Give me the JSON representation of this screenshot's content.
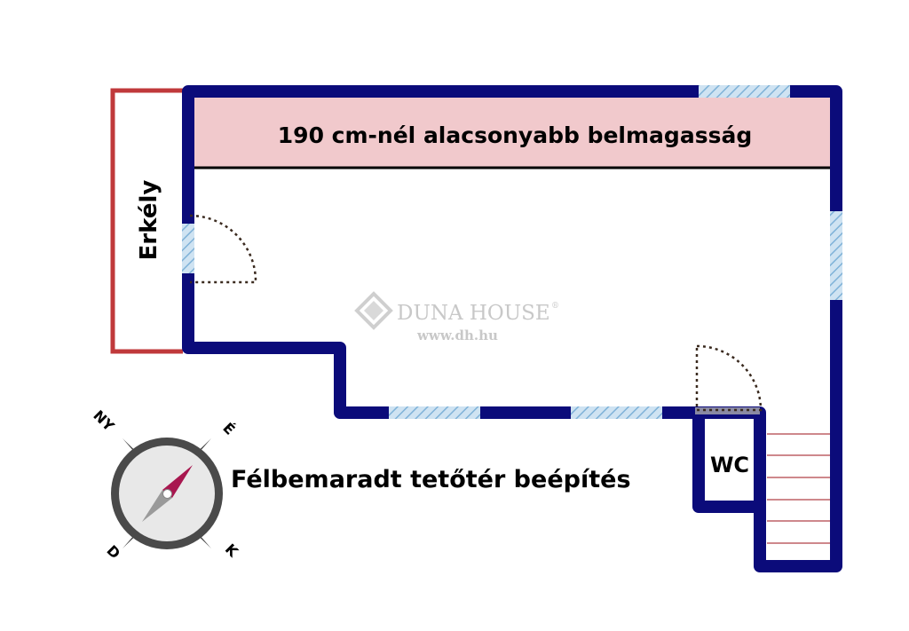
{
  "plan": {
    "balcony_label": "Erkély",
    "low_ceiling_label": "190 cm-nél alacsonyabb belmagasság",
    "wc_label": "WC",
    "caption": "Félbemaradt tetőtér beépítés",
    "watermark": {
      "brand": "DUNA HOUSE",
      "registered": "®",
      "url": "www.dh.hu"
    },
    "compass": {
      "north_west": "NY",
      "north_east": "É",
      "south_west": "D",
      "south_east": "K"
    }
  },
  "colors": {
    "wall": "#0b0b7a",
    "balcony": "#c0393b",
    "low_zone": "#f1c9cc",
    "window": "#a9cce3",
    "door_arc": "#3a2a1f",
    "stair": "#b04048"
  }
}
